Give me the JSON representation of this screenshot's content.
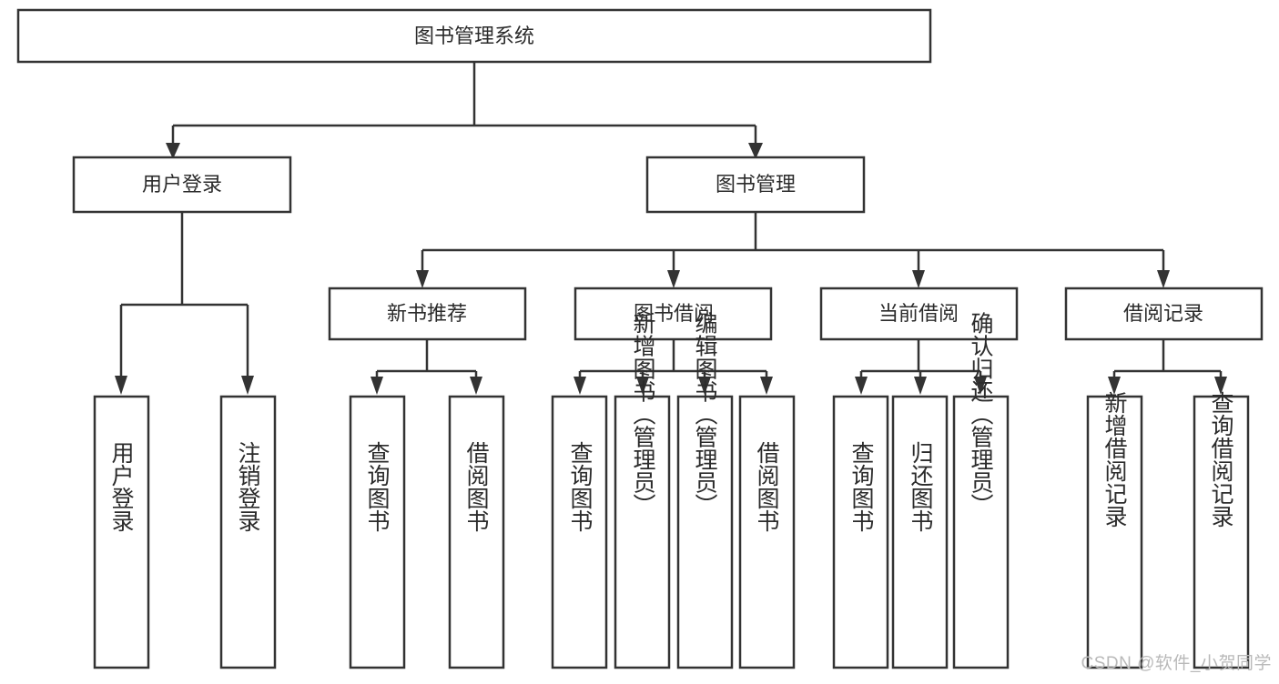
{
  "diagram": {
    "type": "tree-hierarchy",
    "title": "图书管理系统",
    "orientation": "top-down",
    "root": {
      "id": "root",
      "label": "图书管理系统"
    },
    "level1": [
      {
        "id": "user-login",
        "label": "用户登录"
      },
      {
        "id": "book-manage",
        "label": "图书管理"
      }
    ],
    "level2": [
      {
        "id": "new-book-rec",
        "label": "新书推荐",
        "parent": "book-manage"
      },
      {
        "id": "book-borrow",
        "label": "图书借阅",
        "parent": "book-manage"
      },
      {
        "id": "current-borrow",
        "label": "当前借阅",
        "parent": "book-manage"
      },
      {
        "id": "borrow-record",
        "label": "借阅记录",
        "parent": "book-manage"
      }
    ],
    "leaves": [
      {
        "id": "leaf-user-login",
        "label": "用户登录",
        "parent": "user-login"
      },
      {
        "id": "leaf-logout",
        "label": "注销登录",
        "parent": "user-login"
      },
      {
        "id": "leaf-query-book-1",
        "label": "查询图书",
        "parent": "new-book-rec"
      },
      {
        "id": "leaf-borrow-book-1",
        "label": "借阅图书",
        "parent": "new-book-rec"
      },
      {
        "id": "leaf-query-book-2",
        "label": "查询图书",
        "parent": "book-borrow"
      },
      {
        "id": "leaf-add-book",
        "label": "新增图书（管理员）",
        "parent": "book-borrow"
      },
      {
        "id": "leaf-edit-book",
        "label": "编辑图书（管理员）",
        "parent": "book-borrow"
      },
      {
        "id": "leaf-borrow-book-2",
        "label": "借阅图书",
        "parent": "book-borrow"
      },
      {
        "id": "leaf-query-book-3",
        "label": "查询图书",
        "parent": "current-borrow"
      },
      {
        "id": "leaf-return-book",
        "label": "归还图书",
        "parent": "current-borrow"
      },
      {
        "id": "leaf-confirm-return",
        "label": "确认归还（管理员）",
        "parent": "current-borrow"
      },
      {
        "id": "leaf-add-record",
        "label": "新增借阅记录",
        "parent": "borrow-record"
      },
      {
        "id": "leaf-query-record",
        "label": "查询借阅记录",
        "parent": "borrow-record"
      }
    ]
  },
  "watermark": {
    "text": "CSDN @软件_小贺同学"
  },
  "colors": {
    "stroke": "#333333",
    "fill": "#ffffff",
    "text": "#2b2b2b",
    "watermark": "#b9b9b9"
  }
}
